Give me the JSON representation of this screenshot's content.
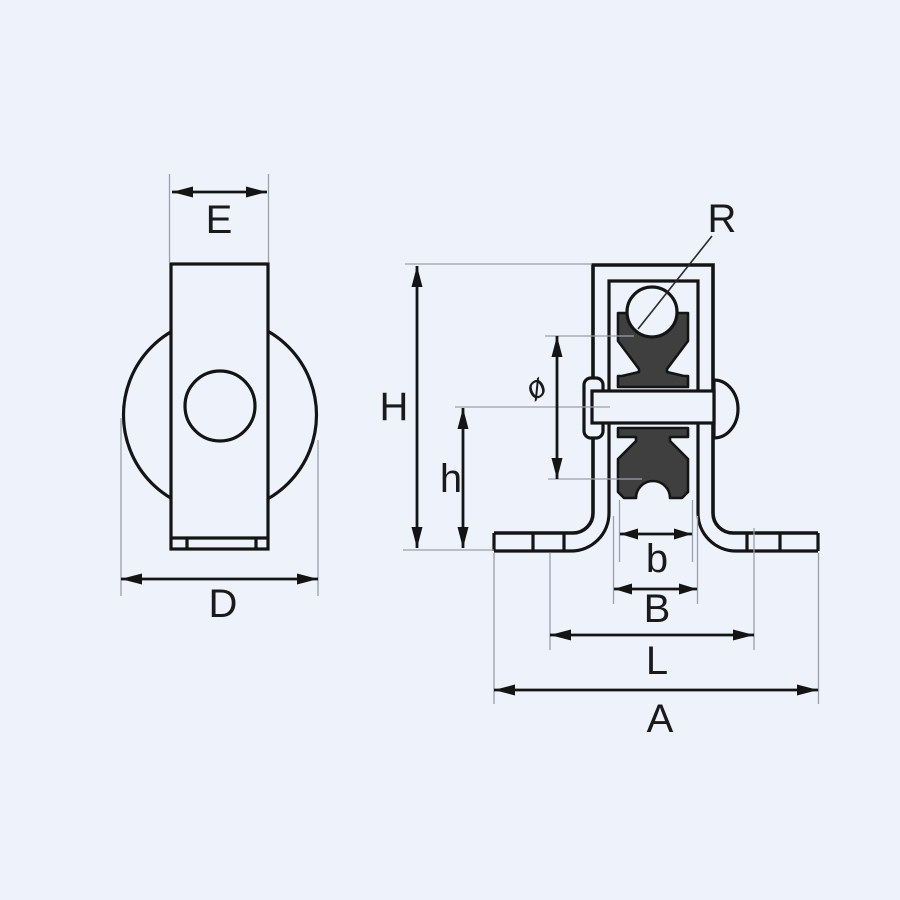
{
  "diagram": {
    "type": "technical-dimension-drawing",
    "subject": "pulley-wheel-bracket",
    "views": {
      "side_view": "wheel with mounting plate (left)",
      "front_view": "bracket with grooved wheel, axle and feet (right)"
    },
    "labels": {
      "plate_width": "E",
      "wheel_outer_diameter": "D",
      "total_height": "H",
      "axle_center_height": "h",
      "groove_diameter": "ø",
      "groove_radius": "R",
      "wheel_width": "b",
      "inner_clearance": "B",
      "hole_distance": "L",
      "overall_length": "A"
    },
    "colors": {
      "background": "#eef2fb",
      "outline": "#141414",
      "wheel_fill": "#3f3f3f",
      "extension_line": "#98a0ac"
    }
  }
}
